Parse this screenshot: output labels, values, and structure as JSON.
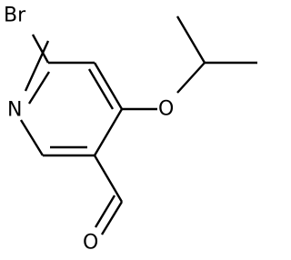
{
  "molecule": {
    "atoms": {
      "bromine": "Br",
      "ring_nitrogen": "N",
      "ether_oxygen": "O",
      "aldehyde_oxygen": "O"
    },
    "colors": {
      "bond": "#000000",
      "label": "#000000",
      "background": "#ffffff"
    }
  }
}
